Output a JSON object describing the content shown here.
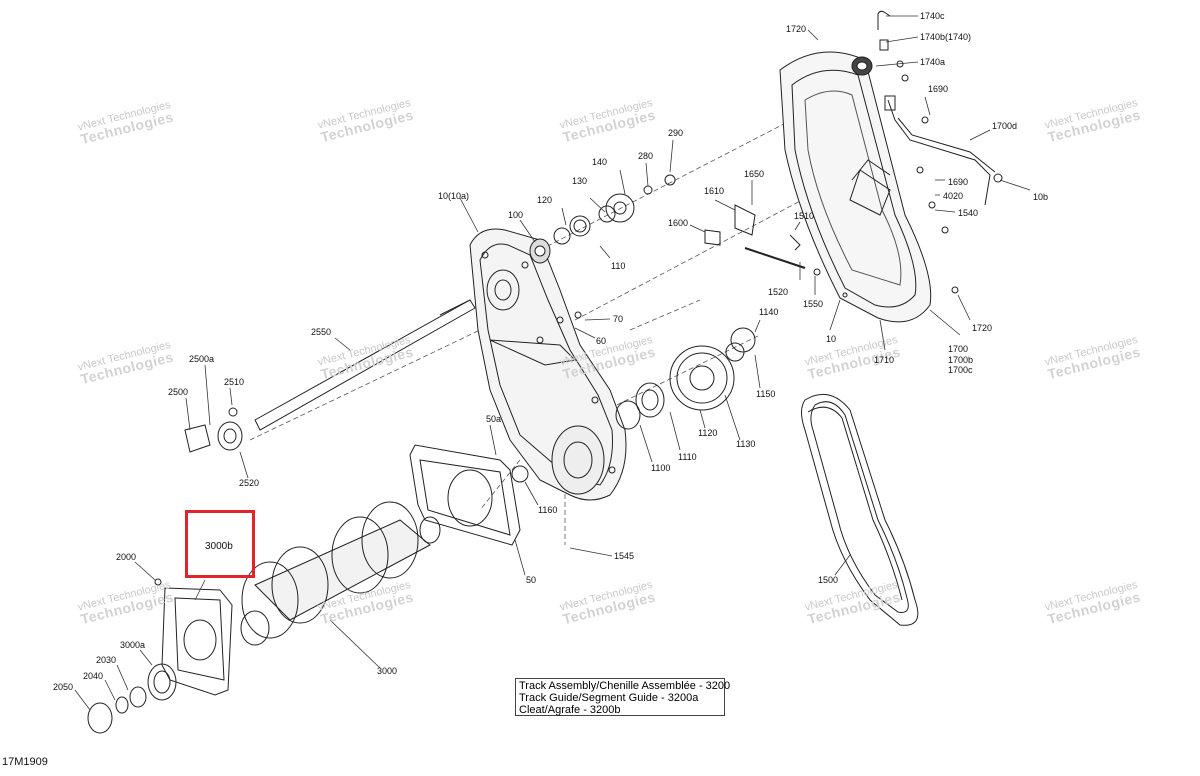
{
  "diagram": {
    "reference": "17M1909",
    "highlight_label": "3000b",
    "legend": [
      "Track Assembly/Chenille Assemblée - 3200",
      "Track Guide/Segment Guide - 3200a",
      "Cleat/Agrafe - 3200b"
    ],
    "watermark": {
      "line1": "vNext Technologies",
      "line2": "Technologies"
    },
    "callouts": {
      "c1720a": "1720",
      "c1740c": "1740c",
      "c1740b": "1740b(1740)",
      "c1740a": "1740a",
      "c1690a": "1690",
      "c1700d": "1700d",
      "c1690b": "1690",
      "c10b": "10b",
      "c4020": "4020",
      "c1540": "1540",
      "c1720b": "1720",
      "c1700": "1700",
      "c1700b": "1700b",
      "c1700c": "1700c",
      "c1710": "1710",
      "c10": "10",
      "c1550": "1550",
      "c1520": "1520",
      "c1510": "1510",
      "c1650": "1650",
      "c1610": "1610",
      "c1600": "1600",
      "c290": "290",
      "c280": "280",
      "c140": "140",
      "c130": "130",
      "c120": "120",
      "c100": "100",
      "c110": "110",
      "c10_10a": "10(10a)",
      "c70": "70",
      "c60": "60",
      "c2550": "2550",
      "c2500a": "2500a",
      "c2510": "2510",
      "c2500": "2500",
      "c2520": "2520",
      "c1140": "1140",
      "c1150": "1150",
      "c1130": "1130",
      "c1120": "1120",
      "c1110": "1110",
      "c1100": "1100",
      "c50a": "50a",
      "c1160": "1160",
      "c1545": "1545",
      "c50": "50",
      "c1500": "1500",
      "c2000": "2000",
      "c3000a": "3000a",
      "c2030": "2030",
      "c2040": "2040",
      "c2050": "2050",
      "c3000": "3000"
    }
  }
}
